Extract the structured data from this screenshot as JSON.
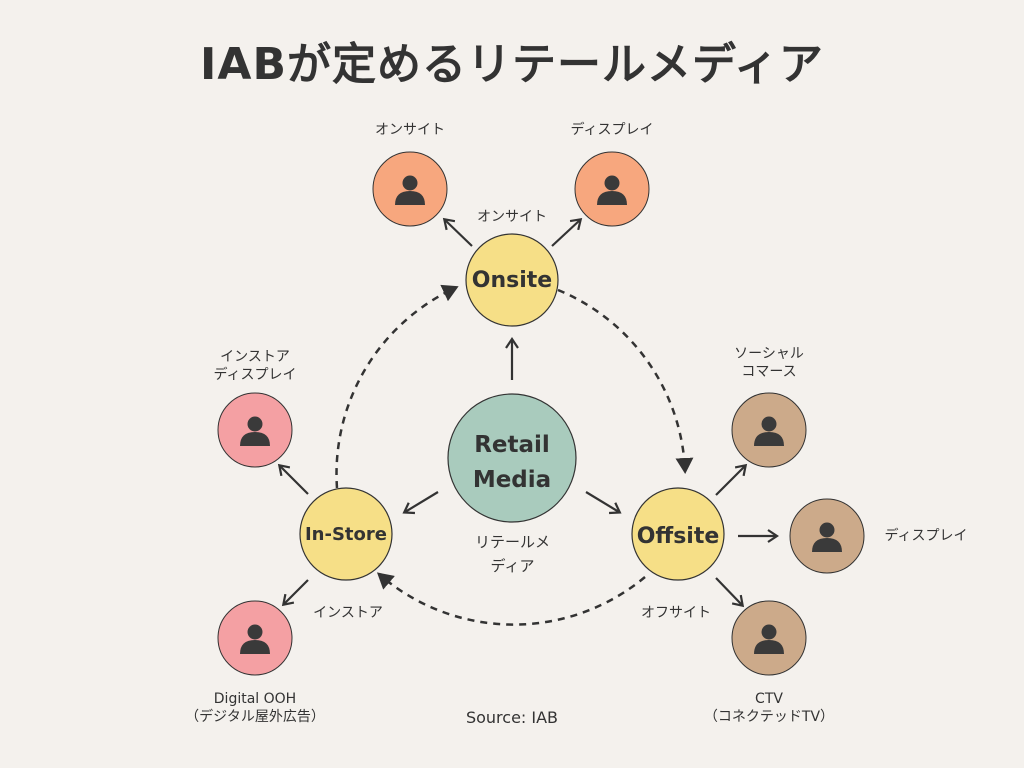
{
  "title": "IABが定めるリテールメディア",
  "center": {
    "label_line1": "Retail",
    "label_line2": "Media",
    "caption_line1": "リテールメ",
    "caption_line2": "ディア",
    "color": "#a9cbbd"
  },
  "hubs": {
    "onsite": {
      "label": "Onsite",
      "caption": "オンサイト"
    },
    "instore": {
      "label": "In-Store",
      "caption": "インストア"
    },
    "offsite": {
      "label": "Offsite",
      "caption": "オフサイト"
    },
    "color": "#f6df87"
  },
  "leaves": {
    "onsite_onsite": {
      "label": "オンサイト",
      "color": "#f7a77e"
    },
    "onsite_display": {
      "label": "ディスプレイ",
      "color": "#f7a77e"
    },
    "instore_display": {
      "line1": "インストア",
      "line2": "ディスプレイ",
      "color": "#f4a0a3"
    },
    "instore_ooh": {
      "line1": "Digital OOH",
      "line2": "（デジタル屋外広告）",
      "color": "#f4a0a3"
    },
    "offsite_social": {
      "line1": "ソーシャル",
      "line2": "コマース",
      "color": "#ccaa8a"
    },
    "offsite_display": {
      "label": "ディスプレイ",
      "color": "#ccaa8a"
    },
    "offsite_ctv": {
      "line1": "CTV",
      "line2": "（コネクテッドTV）",
      "color": "#ccaa8a"
    }
  },
  "icons": {
    "leaf_icon": "person-icon"
  },
  "source": "Source: IAB"
}
